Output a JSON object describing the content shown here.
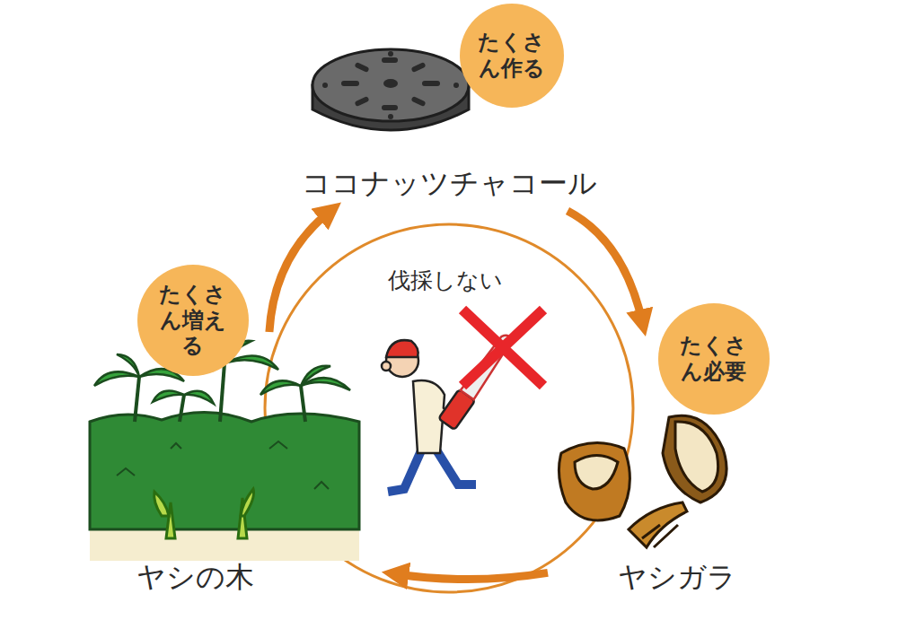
{
  "diagram": {
    "nodes": [
      {
        "text": [
          "たくさん作る"
        ]
      },
      {
        "text": [
          "ココナッツチャコール"
        ]
      },
      {
        "text": [
          "たくさん増える"
        ]
      },
      {
        "text": [
          "たくさん必要"
        ]
      },
      {
        "text": [
          "ヤシの木"
        ]
      },
      {
        "text": [
          "ヤシガラ"
        ]
      }
    ],
    "edges": [
      {
        "from": 4,
        "to": 1,
        "arrow": "to"
      },
      {
        "from": 1,
        "to": 5,
        "arrow": "to"
      },
      {
        "from": 5,
        "to": 4,
        "arrow": "to"
      }
    ],
    "labels": [
      "伐採しない"
    ]
  }
}
